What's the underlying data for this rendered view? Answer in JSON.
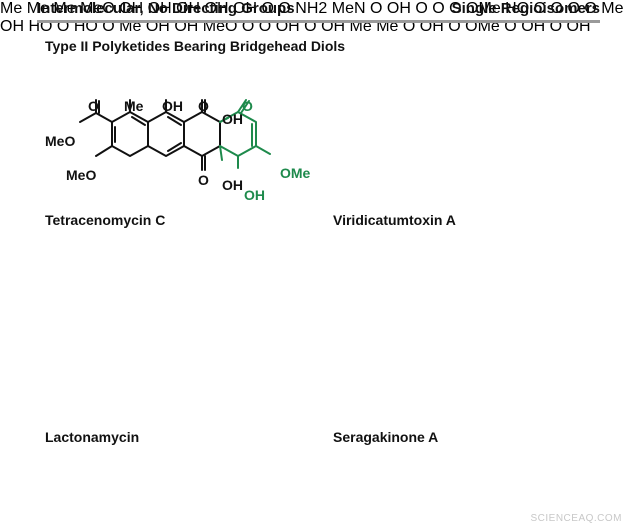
{
  "header": {
    "left": "Intermolecular, No Directing Groups",
    "right": "Single Regioisomers"
  },
  "section_title": "Type II Polyketides Bearing Bridgehead Diols",
  "compounds": {
    "tetracenomycin": {
      "name": "Tetracenomycin C",
      "labels": {
        "o1": "O",
        "me": "Me",
        "oh1": "OH",
        "o2": "O",
        "oh2": "OH",
        "o3": "O",
        "meo2c": "MeO",
        "meo": "MeO",
        "o4": "O",
        "oh3": "OH",
        "oh4": "OH",
        "ome": "OMe"
      }
    },
    "viridicatumtoxin": {
      "name": "Viridicatumtoxin A",
      "labels": {
        "me1": "Me",
        "me2": "Me",
        "me3": "Me",
        "meo": "MeO",
        "oh1": "OH",
        "oh2": "OH",
        "oh3": "OH",
        "oh4": "OH",
        "oh5": "OH",
        "o1": "O",
        "o2": "O",
        "nh2": "NH",
        "sub2": "2"
      }
    },
    "lactonamycin": {
      "name": "Lactonamycin",
      "labels": {
        "men": "MeN",
        "o_lac": "O",
        "oh1": "OH",
        "o1": "O",
        "o_top": "O",
        "o_ring": "O",
        "ome": "OMe",
        "ho": "HO",
        "o2": "O",
        "o_link": "O",
        "o_sug": "O",
        "me": "Me",
        "oh2": "OH",
        "o_fur": "O"
      }
    },
    "seragakinone": {
      "name": "Seragakinone A",
      "labels": {
        "ho1": "HO",
        "o1": "O",
        "ho2": "HO",
        "o2": "O",
        "me": "Me",
        "oh1": "OH",
        "oh2": "OH",
        "meo": "MeO",
        "o3": "O",
        "oh3": "OH",
        "o4": "O",
        "o5": "O",
        "oh4": "OH",
        "me2": "Me",
        "me3": "Me"
      }
    },
    "bottom_left": {
      "labels": {
        "o1": "O",
        "oh": "OH",
        "o2": "O",
        "ome": "OMe"
      }
    },
    "bottom_right": {
      "labels": {
        "o1": "O",
        "oh1": "OH",
        "o2": "O",
        "oh2": "OH"
      }
    }
  },
  "watermark": "SCIENCEAQ.COM"
}
